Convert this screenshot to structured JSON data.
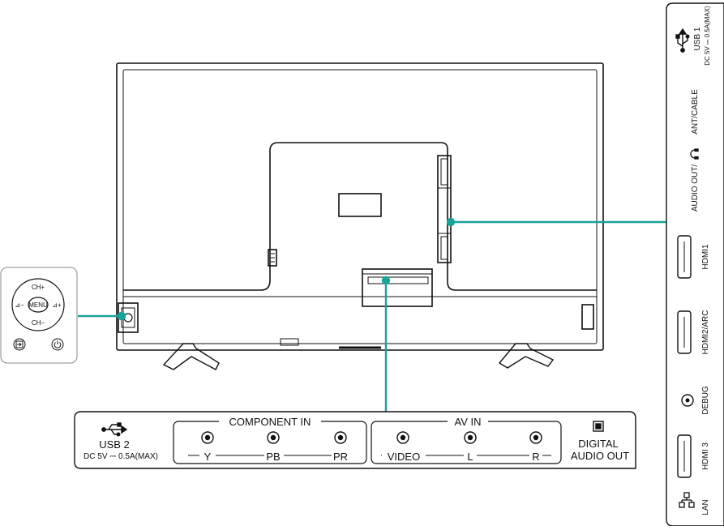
{
  "colors": {
    "callout": "#1aa39a",
    "outline": "#111111"
  },
  "control_panel": {
    "ch_up": "CH+",
    "ch_down": "CH−",
    "menu": "MENU",
    "vol_down": "⊿−",
    "vol_up": "⊿+",
    "icons": [
      "input-source-icon",
      "power-icon"
    ]
  },
  "bottom_panel": {
    "usb_label": "USB 2",
    "usb_spec": "DC 5V ⎓ 0.5A(MAX)",
    "component_title": "COMPONENT IN",
    "component_ports": [
      "Y",
      "PB",
      "PR"
    ],
    "av_title": "AV IN",
    "av_ports": [
      "VIDEO",
      "L",
      "R"
    ],
    "digital_line1": "DIGITAL",
    "digital_line2": "AUDIO OUT"
  },
  "side_panel": {
    "usb_label": "USB 1",
    "usb_spec": "DC 5V ⎓ 0.5A(MAX)",
    "ant": "ANT/CABLE",
    "audio_out": "AUDIO OUT/",
    "hdmi1": "HDMI1",
    "hdmi2": "HDMI2/ARC",
    "debug": "DEBUG",
    "hdmi3": "HDMI 3",
    "lan": "LAN"
  }
}
